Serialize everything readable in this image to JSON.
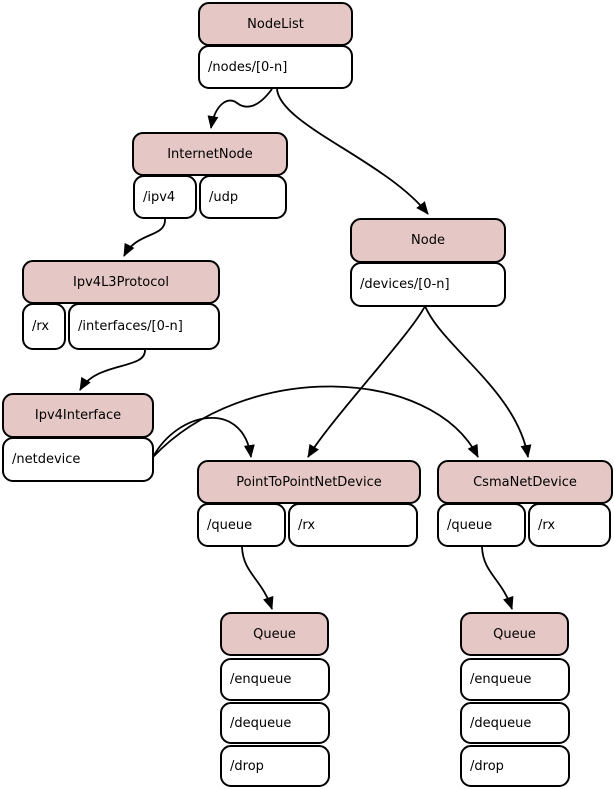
{
  "colors": {
    "header_fill": "#e5c8c5",
    "slot_fill": "#ffffff",
    "border": "#000000",
    "edge": "#000000"
  },
  "nodes": {
    "nodelist": {
      "title": "NodeList",
      "slots": {
        "nodes": "/nodes/[0-n]"
      }
    },
    "internetnode": {
      "title": "InternetNode",
      "slots": {
        "ipv4": "/ipv4",
        "udp": "/udp"
      }
    },
    "ipv4l3protocol": {
      "title": "Ipv4L3Protocol",
      "slots": {
        "rx": "/rx",
        "interfaces": "/interfaces/[0-n]"
      }
    },
    "ipv4interface": {
      "title": "Ipv4Interface",
      "slots": {
        "netdevice": "/netdevice"
      }
    },
    "node": {
      "title": "Node",
      "slots": {
        "devices": "/devices/[0-n]"
      }
    },
    "p2pnetdevice": {
      "title": "PointToPointNetDevice",
      "slots": {
        "queue": "/queue",
        "rx": "/rx"
      }
    },
    "csmanetdevice": {
      "title": "CsmaNetDevice",
      "slots": {
        "queue": "/queue",
        "rx": "/rx"
      }
    },
    "queue_p2p": {
      "title": "Queue",
      "slots": {
        "enqueue": "/enqueue",
        "dequeue": "/dequeue",
        "drop": "/drop"
      }
    },
    "queue_csma": {
      "title": "Queue",
      "slots": {
        "enqueue": "/enqueue",
        "dequeue": "/dequeue",
        "drop": "/drop"
      }
    }
  },
  "edges": [
    {
      "from": "NodeList:/nodes/[0-n]",
      "to": "InternetNode"
    },
    {
      "from": "NodeList:/nodes/[0-n]",
      "to": "Node"
    },
    {
      "from": "InternetNode:/ipv4",
      "to": "Ipv4L3Protocol"
    },
    {
      "from": "Ipv4L3Protocol:/interfaces/[0-n]",
      "to": "Ipv4Interface"
    },
    {
      "from": "Ipv4Interface:/netdevice",
      "to": "PointToPointNetDevice"
    },
    {
      "from": "Ipv4Interface:/netdevice",
      "to": "CsmaNetDevice"
    },
    {
      "from": "Node:/devices/[0-n]",
      "to": "PointToPointNetDevice"
    },
    {
      "from": "Node:/devices/[0-n]",
      "to": "CsmaNetDevice"
    },
    {
      "from": "PointToPointNetDevice:/queue",
      "to": "Queue"
    },
    {
      "from": "CsmaNetDevice:/queue",
      "to": "Queue"
    }
  ]
}
